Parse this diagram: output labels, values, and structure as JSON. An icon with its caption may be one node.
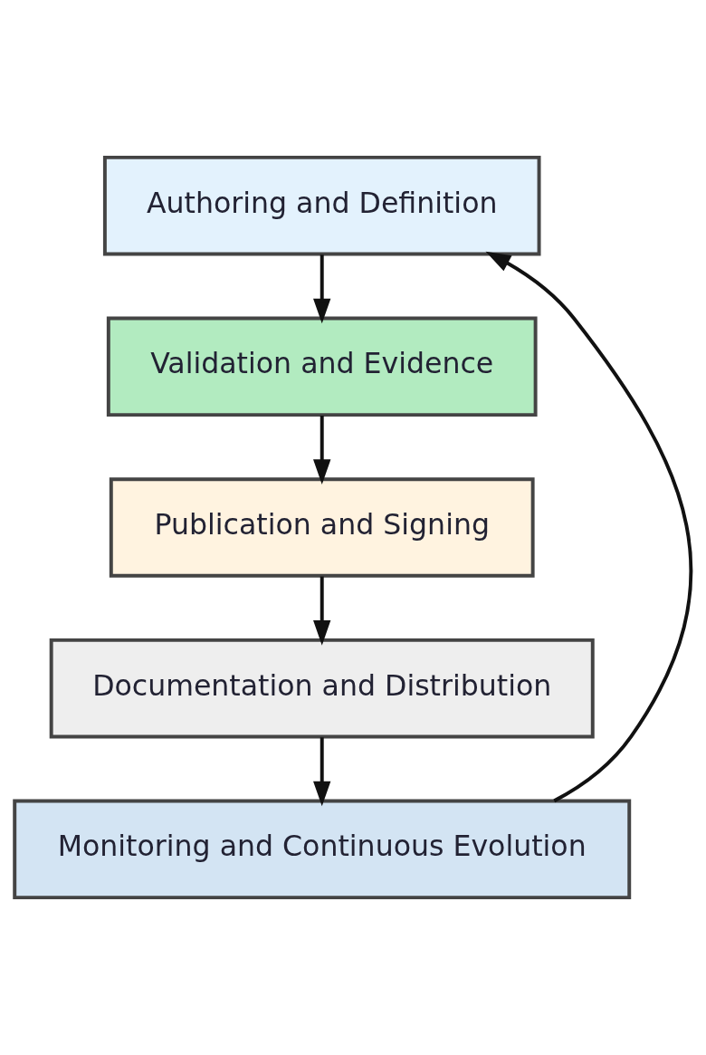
{
  "diagram": {
    "nodes": [
      {
        "text": [
          "Authoring and Definition"
        ]
      },
      {
        "text": [
          "Validation and Evidence"
        ]
      },
      {
        "text": [
          "Publication and Signing"
        ]
      },
      {
        "text": [
          "Documentation and Distribution"
        ]
      },
      {
        "text": [
          "Monitoring and Continuous Evolution"
        ]
      }
    ],
    "edges": [
      {
        "from": 0,
        "to": 1,
        "arrow": "to"
      },
      {
        "from": 1,
        "to": 2,
        "arrow": "to"
      },
      {
        "from": 2,
        "to": 3,
        "arrow": "to"
      },
      {
        "from": 3,
        "to": 4,
        "arrow": "to"
      },
      {
        "from": 4,
        "to": 0,
        "arrow": "to"
      }
    ]
  }
}
